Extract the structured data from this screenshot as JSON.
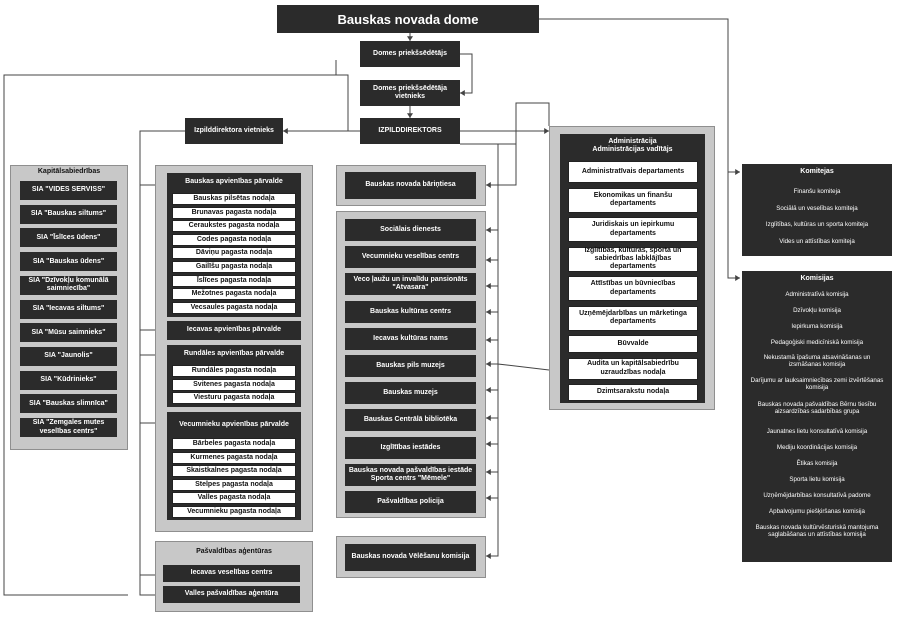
{
  "root_title": "Bauskas novada dome",
  "chair": "Domes priekšsēdētājs",
  "vice_chair": "Domes priekšsēdētāja vietnieks",
  "executive_director": "IZPILDDIREKTORS",
  "deputy_executive_director": "Izpilddirektora vietnieks",
  "companies": {
    "title": "Kapitālsabiedrības",
    "items": [
      "SIA \"VIDES SERVISS\"",
      "SIA \"Bauskas siltums\"",
      "SIA \"Īslīces ūdens\"",
      "SIA \"Bauskas ūdens\"",
      "SIA \"Dzīvokļu komunālā saimniecība\"",
      "SIA \"Iecavas siltums\"",
      "SIA \"Mūsu saimnieks\"",
      "SIA \"Jaunolis\"",
      "SIA \"Kūdrinieks\"",
      "SIA \"Bauskas slimnīca\"",
      "SIA \"Zemgales mutes veselības centrs\""
    ]
  },
  "bauska_admin": {
    "title": "Bauskas apvienības pārvalde",
    "items": [
      "Bauskas pilsētas nodaļa",
      "Brunavas pagasta nodaļa",
      "Ceraukstes pagasta nodaļa",
      "Codes pagasta nodaļa",
      "Dāviņu pagasta nodaļa",
      "Gailīšu pagasta nodaļa",
      "Īslīces pagasta nodaļa",
      "Mežotnes pagasta nodaļa",
      "Vecsaules pagasta nodaļa"
    ]
  },
  "iecava_admin": {
    "title": "Iecavas apvienības pārvalde"
  },
  "rundale_admin": {
    "title": "Rundāles apvienības pārvalde",
    "items": [
      "Rundāles pagasta nodaļa",
      "Svitenes pagasta nodaļa",
      "Viesturu pagasta nodaļa"
    ]
  },
  "vecumnieki_admin": {
    "title": "Vecumnieku apvienības pārvalde",
    "items": [
      "Bārbeles pagasta nodaļa",
      "Kurmenes pagasta nodaļa",
      "Skaistkalnes pagasta nodaļa",
      "Stelpes pagasta nodaļa",
      "Valles pagasta nodaļa",
      "Vecumnieku pagasta nodaļa"
    ]
  },
  "agencies": {
    "title": "Pašvaldības aģentūras",
    "items": [
      "Iecavas veselības  centrs",
      "Valles pašvaldības aģentūra"
    ]
  },
  "orphans_court": "Bauskas novada bāriņtiesa",
  "institutions": [
    "Sociālais dienests",
    "Vecumnieku veselības centrs",
    "Veco ļaužu un invalīdu  pansionāts \"Atvasara\"",
    "Bauskas kultūras centrs",
    "Iecavas kultūras nams",
    "Bauskas pils muzejs",
    "Bauskas muzejs",
    "Bauskas Centrālā bibliotēka",
    "Izglītības iestādes",
    "Bauskas novada  pašvaldības iestāde Sporta centrs \"Mēmele\"",
    "Pašvaldības policija"
  ],
  "election_commission": "Bauskas novada Vēlēšanu komisija",
  "administration": {
    "title": "Administrācija\nAdministrācijas vadītājs",
    "items": [
      "Administratīvais departaments",
      "Ekonomikas un finanšu departaments",
      "Juridiskais un iepirkumu departaments",
      "Izglītības, kultūras, sporta un sabiedrības labklājības departaments",
      "Attīstības un būvniecības departaments",
      "Uzņēmējdarbības un mārketinga departaments",
      "Būvvalde",
      "Audita un kapitālsabiedrību uzraudzības nodaļa",
      "Dzimtsarakstu nodaļa"
    ]
  },
  "committees": {
    "title": "Komitejas",
    "items": [
      "Finanšu komiteja",
      "Sociālā un veselības komiteja",
      "Izglītības, kultūras un sporta komiteja",
      "Vides un attīstības komiteja"
    ]
  },
  "commissions": {
    "title": "Komisijas",
    "items": [
      "Administratīvā komisija",
      "Dzīvokļu komisija",
      "Iepirkuma komisija",
      "Pedagoģiski medicīniskā komisija",
      "Nekustamā īpašuma atsavināšanas un izsmāšanas komisija",
      "Darījumu ar lauksaimniecības zemi izvērtēšanas komisija",
      "Bauskas novada pašvaldības Bērnu tiesību aizsardzības sadarbības grupa",
      "Jaunatnes lietu konsultatīvā komisija",
      "Mediju koordinācijas komisija",
      "Ētikas komisija",
      "Sporta lietu komisija",
      "Uzņēmējdarbības konsultatīvā padome",
      "Apbalvojumu piešķiršanas komisija",
      "Bauskas novada kultūrvēsturiskā mantojuma saglabāšanas un attīstības komisija"
    ]
  }
}
